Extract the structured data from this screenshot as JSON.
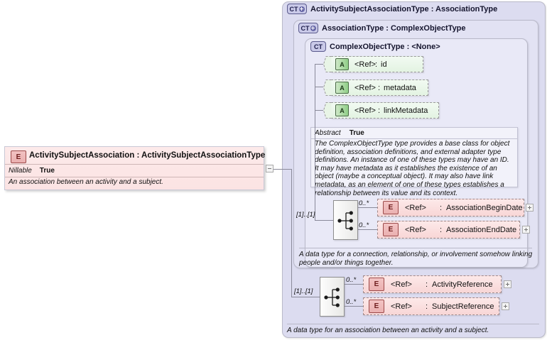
{
  "diagram": {
    "type": "xsd-schema-diagram",
    "root_element": {
      "badge": "E",
      "name": "ActivitySubjectAssociation",
      "separator": ":",
      "type": "ActivitySubjectAssociationType",
      "title_full": "ActivitySubjectAssociation  :  ActivitySubjectAssociationType",
      "properties": [
        {
          "label": "Nillable",
          "value": "True"
        }
      ],
      "documentation": "An association between an activity and a subject."
    },
    "panels": [
      {
        "badge": "CT",
        "badge_expandable": true,
        "name": "ActivitySubjectAssociationType",
        "separator": ":",
        "base": "AssociationType",
        "title_full": "ActivitySubjectAssociationType : AssociationType",
        "documentation": "A data type for an association between an activity and a subject."
      },
      {
        "badge": "CT",
        "badge_expandable": true,
        "name": "AssociationType",
        "separator": ":",
        "base": "ComplexObjectType",
        "title_full": "AssociationType : ComplexObjectType",
        "documentation": "A data type for a connection, relationship, or involvement somehow linking people and/or things together."
      },
      {
        "badge": "CT",
        "badge_expandable": false,
        "name": "ComplexObjectType",
        "separator": ":",
        "base": "<None>",
        "title_full": "ComplexObjectType : <None>",
        "annotation": {
          "label": "Abstract",
          "value": "True",
          "text": "The ComplexObjectType type provides a base class for object definition, association definitions, and external adapter type definitions. An instance of one of these types may have an ID. It may have metadata as it establishes the existence of an object (maybe a conceptual object). It may also have link metadata, as an element of one of these types establishes a relationship between its value and its context."
        }
      }
    ],
    "attributes": [
      {
        "badge": "A",
        "ref": "<Ref>",
        "separator": ":",
        "name": "id"
      },
      {
        "badge": "A",
        "ref": "<Ref>",
        "separator": ":",
        "name": "metadata"
      },
      {
        "badge": "A",
        "ref": "<Ref>",
        "separator": ":",
        "name": "linkMetadata"
      }
    ],
    "sequences": [
      {
        "group_cardinality": "[1]..[1]",
        "compositor": "sequence",
        "children": [
          {
            "badge": "E",
            "ref": "<Ref>",
            "separator": ":",
            "name": "AssociationBeginDate",
            "occurrence": "0..*",
            "expandable": true
          },
          {
            "badge": "E",
            "ref": "<Ref>",
            "separator": ":",
            "name": "AssociationEndDate",
            "occurrence": "0..*",
            "expandable": true
          }
        ]
      },
      {
        "group_cardinality": "[1]..[1]",
        "compositor": "sequence",
        "children": [
          {
            "badge": "E",
            "ref": "<Ref>",
            "separator": ":",
            "name": "ActivityReference",
            "occurrence": "0..*",
            "expandable": true
          },
          {
            "badge": "E",
            "ref": "<Ref>",
            "separator": ":",
            "name": "SubjectReference",
            "occurrence": "0..*",
            "expandable": true
          }
        ]
      }
    ],
    "colors": {
      "panel_outer": "#dcdcf0",
      "panel_mid": "#e2e2f3",
      "panel_inner": "#e9e9f7",
      "element_pink": "#f8d6d6",
      "attribute_green": "#e3f3e2",
      "badge_blue": "#c9c9e8",
      "connector": "#8a8a9a",
      "canvas": "#ffffff"
    }
  }
}
